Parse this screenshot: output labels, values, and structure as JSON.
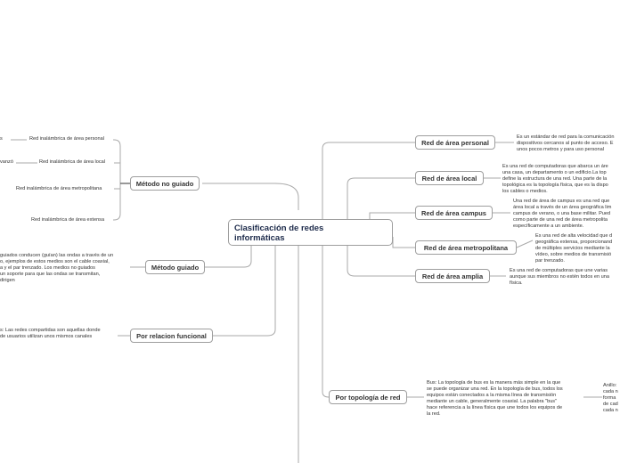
{
  "central": "Clasificación de redes\ninformáticas",
  "left_branches": {
    "no_guiado": {
      "label": "Método no guiado",
      "children": [
        {
          "label": "Red inalámbrica de área personal",
          "note": "s"
        },
        {
          "label": "Red inalámbrica de área local",
          "note": "vanzó"
        },
        {
          "label": "Red inalámbrica de área metropolitana",
          "note": ""
        },
        {
          "label": "Red inalámbrica de área extensa",
          "note": ""
        }
      ]
    },
    "guiado": {
      "label": "Método guiado",
      "note": "guiados conducen (guían) las ondas a través de un\no, ejemplos de estos medios son el cable coaxial,\na y el par trenzado. Los medios no guiados\nun soporte para que las ondas se transmitan,\ndirigen"
    },
    "funcional": {
      "label": "Por relacion funcional",
      "note": "s: Las redes compartidas son aquellas donde\nde usuarios utilizan unos mismos canales"
    }
  },
  "right_branches": [
    {
      "label": "Red de área personal",
      "note": "Es un estándar de red para la comunicación\ndispositivos cercanos al punto de acceso. E\nunos pocos metros y para uso personal"
    },
    {
      "label": "Red de área local",
      "note": "Es una red de computadoras que abarca un áre\nuna casa, un departamento o un edificio.La top\ndefine la estructura de una red. Una parte de la\ntopológica es la topología física, que es la dispo\nlos cables o medios."
    },
    {
      "label": "Red de área campus",
      "note": "Una red de área de campus es una red que\nárea local a través de un área geográfica lim\ncampus de verano, o una base militar. Pued\ncomo parte de una red de área metropolita\nespecíficamente a un ambiente."
    },
    {
      "label": "Red de área metropolitana",
      "note": "Es una red de alta velocidad que d\ngeográfica extensa, proporcionand\nde múltiples servicios mediante la\nvídeo, sobre medios de transmisió\npar trenzado."
    },
    {
      "label": "Red de área amplia",
      "note": "Es una red de computadoras que une varias\naunque sus miembros no estén todos en una\nfísica."
    }
  ],
  "topologia": {
    "label": "Por topología de red",
    "note": "Bus: La topología de bus es la manera más simple en la que\nse puede organizar una red. En la topología de bus, todos los\nequipos están conectados a la misma línea de transmisión\nmediante un cable, generalmente coaxial. La palabra \"bus\"\nhace referencia a la línea física que une todos los equipos de\nla red.",
    "sub_note": "Anillo:\ncada n\nforma\nde cad\ncada n"
  },
  "colors": {
    "line": "#a9a9a9",
    "border": "#9e9e9e",
    "central_text": "#1c2a4a"
  }
}
